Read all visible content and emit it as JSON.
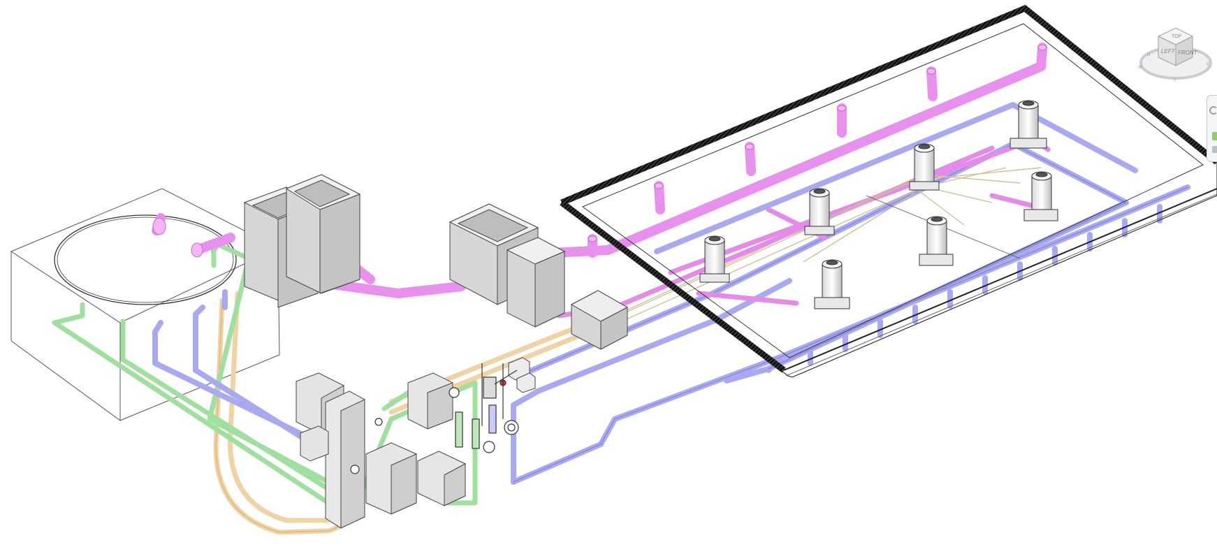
{
  "model_view": {
    "colors": {
      "sanitary_pipe": "#e890ee",
      "supply_pipe": "#a8a8f2",
      "domestic_water_pipe": "#9fe09f",
      "hot_water_pipe": "#f2d9a8",
      "equipment": "#e6e6e6",
      "frame": "#1a1a1a"
    }
  },
  "viewcube": {
    "top_label": "TOP",
    "left_label": "LEFT",
    "front_label": "FRONT",
    "compass_n": "N",
    "compass_s": "S",
    "compass_e": "E",
    "compass_w": "W"
  },
  "navigation_bar": {
    "icons": [
      "steering-wheel-icon",
      "zoom-icon",
      "pan-icon"
    ]
  }
}
